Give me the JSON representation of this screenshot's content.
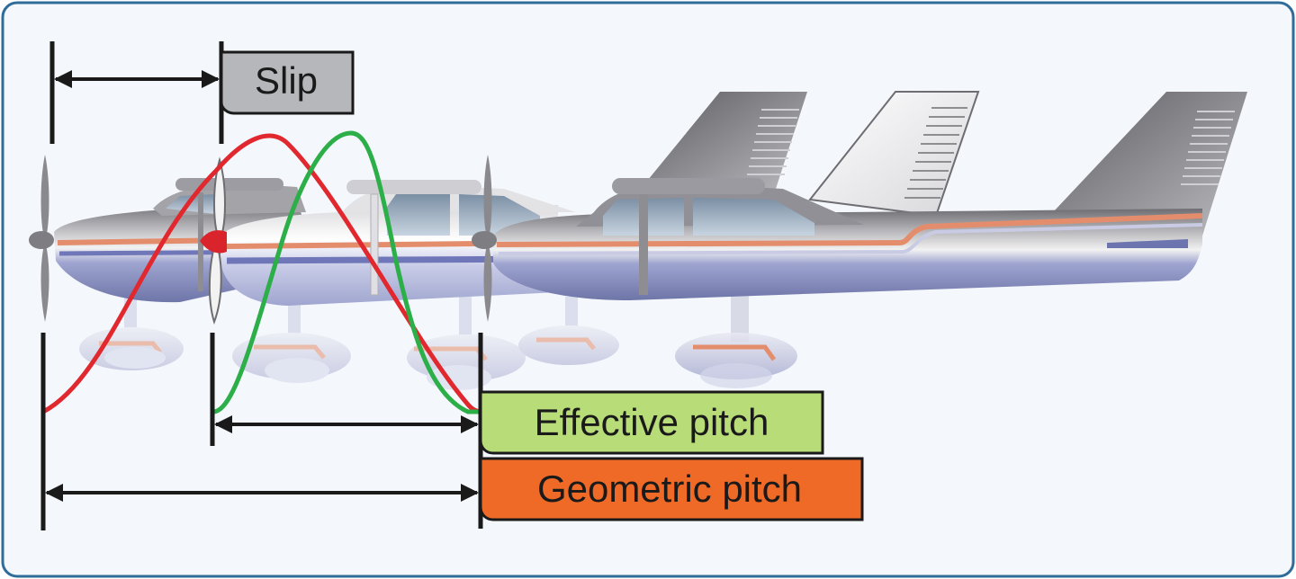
{
  "labels": {
    "slip": "Slip",
    "effective_pitch": "Effective pitch",
    "geometric_pitch": "Geometric pitch"
  },
  "colors": {
    "panel_background": "#f4f7fb",
    "panel_border": "#2f6c9a",
    "slip_box": "#b5b7bb",
    "effective_box": "#b8dc78",
    "geometric_box": "#ef6a26",
    "geometric_curve": "#e0282e",
    "effective_curve": "#2cae48",
    "fuselage_blue": "#8e95c6",
    "fuselage_grey": "#8a8a8e",
    "accent_stripe": "#e38d6d",
    "dimension_line": "#1a1a1a"
  },
  "icons": {
    "aircraft": "airplane-illustration",
    "propeller": "propeller-icon",
    "arrow": "double-headed-arrow-icon"
  }
}
